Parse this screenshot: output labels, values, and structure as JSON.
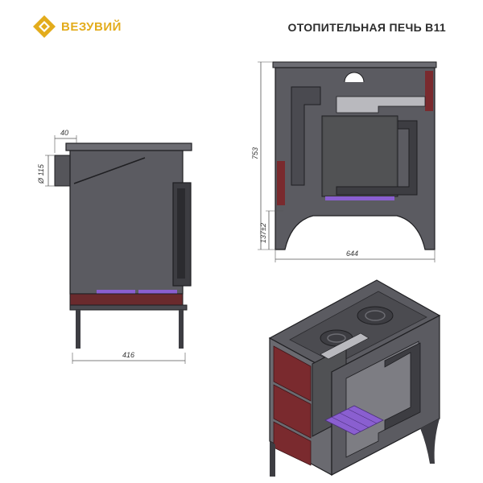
{
  "brand": {
    "name": "ВЕЗУВИЙ",
    "color": "#e3ac1c"
  },
  "title": "ОТОПИТЕЛЬНАЯ ПЕЧЬ В11",
  "dimensions": {
    "side_top_offset": "40",
    "flue_diameter": "Ø 115",
    "side_width": "416",
    "front_height": "753",
    "front_base_height": "137±2",
    "front_width": "644"
  },
  "colors": {
    "body": "#5b5b61",
    "body_dark": "#3d3d42",
    "outline": "#1f1f22",
    "firebrick": "#7a2a2e",
    "firebox": "#4b4c4e",
    "grate": "#8a5fd0",
    "dimension_line": "#555555"
  }
}
